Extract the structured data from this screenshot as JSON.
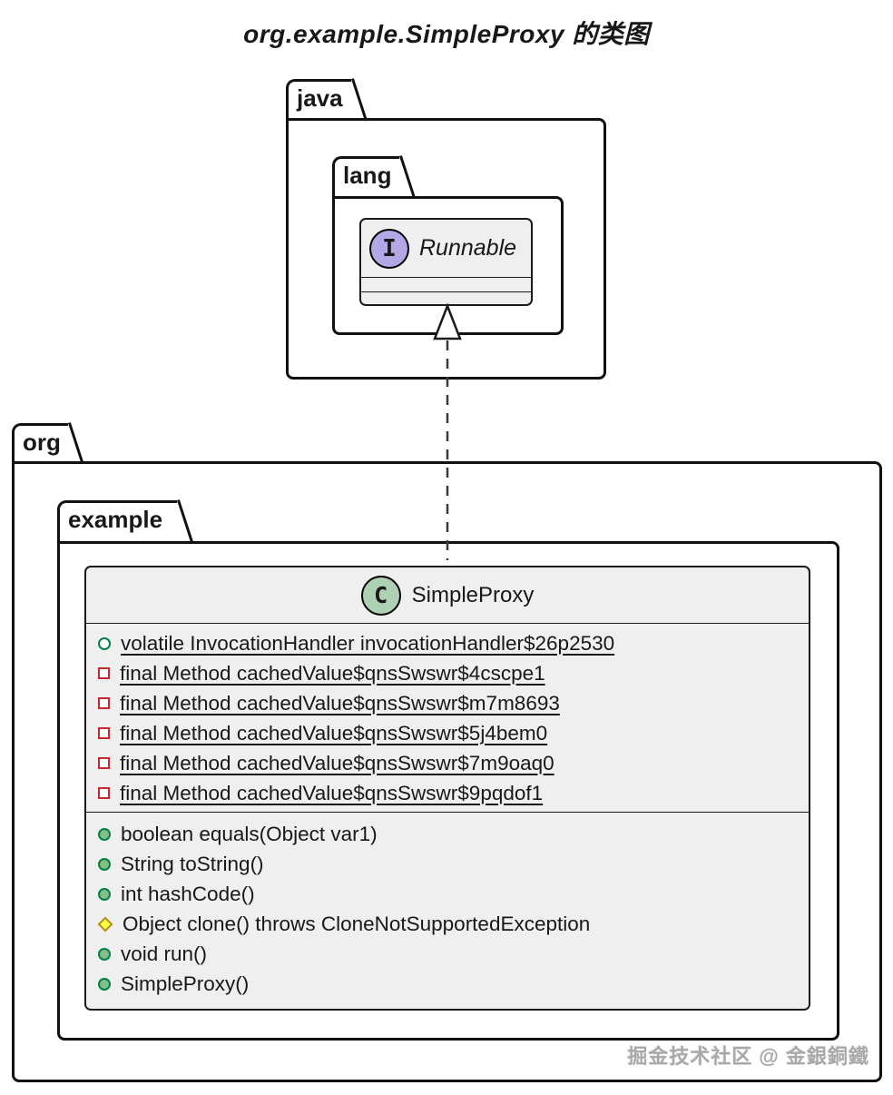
{
  "title": "org.example.SimpleProxy 的类图",
  "watermark": "掘金技术社区 @ 金銀銅鐵",
  "packages": {
    "java": {
      "label": "java"
    },
    "lang": {
      "label": "lang"
    },
    "org": {
      "label": "org"
    },
    "example": {
      "label": "example"
    }
  },
  "interface_box": {
    "badge_letter": "I",
    "badge_type": "interface",
    "name": "Runnable"
  },
  "class_box": {
    "badge_letter": "C",
    "badge_type": "class",
    "name": "SimpleProxy",
    "fields": [
      {
        "visibility": "public",
        "static": true,
        "text": "volatile InvocationHandler invocationHandler$26p2530"
      },
      {
        "visibility": "private",
        "static": true,
        "text": "final Method cachedValue$qnsSwswr$4cscpe1"
      },
      {
        "visibility": "private",
        "static": true,
        "text": "final Method cachedValue$qnsSwswr$m7m8693"
      },
      {
        "visibility": "private",
        "static": true,
        "text": "final Method cachedValue$qnsSwswr$5j4bem0"
      },
      {
        "visibility": "private",
        "static": true,
        "text": "final Method cachedValue$qnsSwswr$7m9oaq0"
      },
      {
        "visibility": "private",
        "static": true,
        "text": "final Method cachedValue$qnsSwswr$9pqdof1"
      }
    ],
    "methods": [
      {
        "visibility": "public",
        "text": "boolean equals(Object var1)"
      },
      {
        "visibility": "public",
        "text": "String toString()"
      },
      {
        "visibility": "public",
        "text": "int hashCode()"
      },
      {
        "visibility": "protected",
        "text": "Object clone() throws CloneNotSupportedException"
      },
      {
        "visibility": "public",
        "text": "void run()"
      },
      {
        "visibility": "public",
        "text": "SimpleProxy()"
      }
    ]
  },
  "relationship": {
    "from": "SimpleProxy",
    "to": "Runnable",
    "type": "realization",
    "style": "dashed line with hollow triangle arrowhead"
  },
  "colors": {
    "interface_badge_bg": "#B4A7E5",
    "class_badge_bg": "#ADD1B2",
    "public_icon_border": "#038048",
    "public_method_fill": "#84BE84",
    "private_icon_border": "#C82930",
    "protected_icon_fill": "#FFFF44",
    "protected_icon_border": "#B38D22",
    "box_fill": "#EFEFEF",
    "line": "#111111"
  }
}
